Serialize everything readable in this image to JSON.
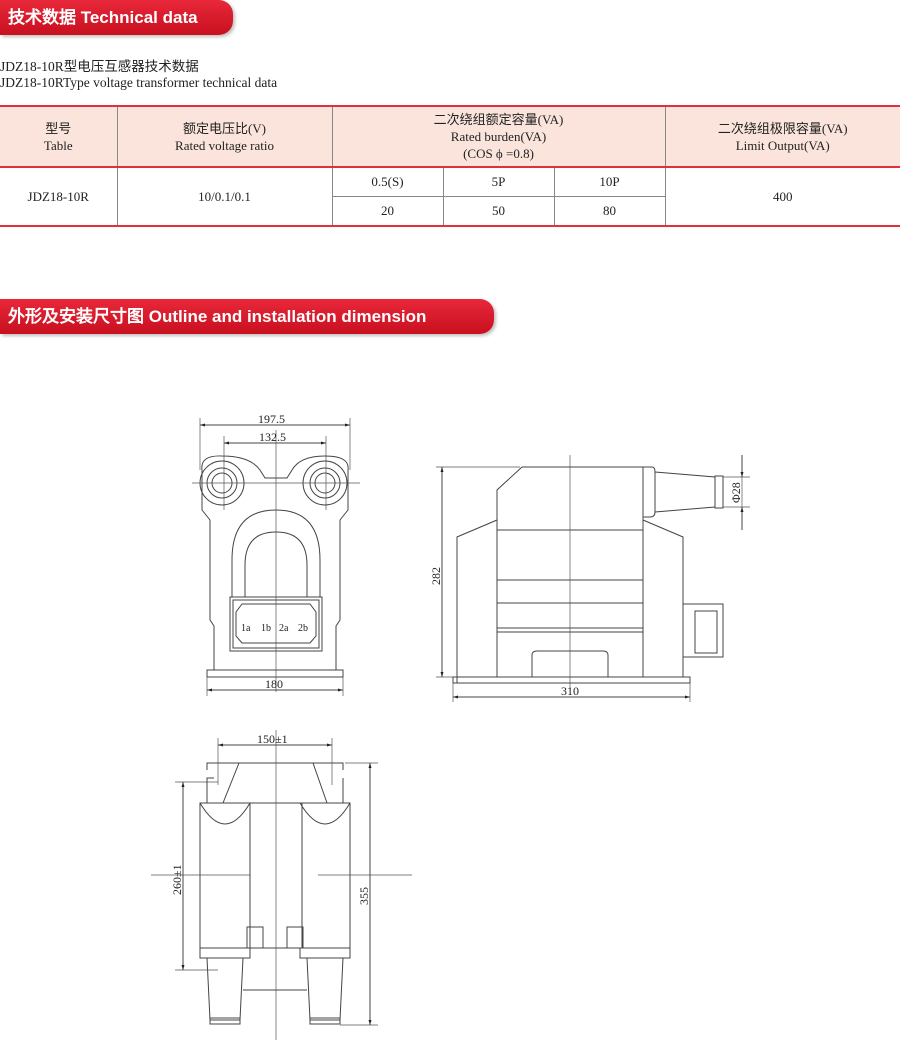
{
  "section1": {
    "title": "技术数据 Technical data"
  },
  "subtitle_cn": "JDZ18-10R型电压互感器技术数据",
  "subtitle_en": "JDZ18-10RType voltage transformer technical data",
  "table": {
    "headers": {
      "model": {
        "cn": "型号",
        "en": "Table"
      },
      "ratio": {
        "cn": "额定电压比(V)",
        "en": "Rated voltage ratio"
      },
      "burden": {
        "cn": "二次绕组额定容量(VA)",
        "en": "Rated burden(VA)",
        "note": "(COS ϕ =0.8)"
      },
      "limit": {
        "cn": "二次绕组极限容量(VA)",
        "en": "Limit Output(VA)"
      }
    },
    "row": {
      "model": "JDZ18-10R",
      "ratio": "10/0.1/0.1",
      "classes": [
        "0.5(S)",
        "5P",
        "10P"
      ],
      "burdens": [
        "20",
        "50",
        "80"
      ],
      "limit": "400"
    }
  },
  "section2": {
    "title": "外形及安装尺寸图 Outline and installation dimension"
  },
  "drawings": {
    "front": {
      "d1": "197.5",
      "d2": "132.5",
      "d3": "180",
      "terminals": [
        "1a",
        "1b",
        "2a",
        "2b"
      ]
    },
    "side": {
      "height": "282",
      "width": "310",
      "diameter": "Φ28"
    },
    "bottom": {
      "d1": "150±1",
      "d2": "260±1",
      "d3": "355"
    }
  }
}
